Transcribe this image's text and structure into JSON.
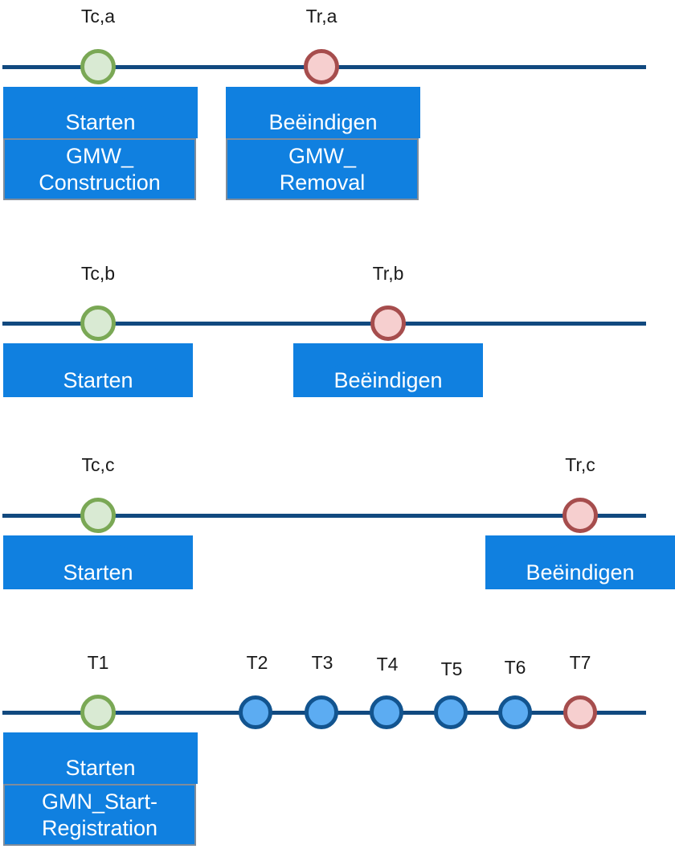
{
  "diagram": {
    "title_text": "",
    "colors": {
      "timeline": "#11497f",
      "pennant": "#1080e0",
      "start_marker_fill": "#d9ead3",
      "start_marker_border": "#7aa855",
      "end_marker_fill": "#f6cfcf",
      "end_marker_border": "#a64d4d",
      "step_marker_fill": "#5cacf2",
      "step_marker_border": "#12548f",
      "box_border": "#7f8c9b",
      "label_text": "#1a1a1a",
      "pennant_text": "#ffffff"
    },
    "labels": {
      "starten": "Starten",
      "beeindigen": "Beëindigen"
    },
    "rows": [
      {
        "row_id": "row-a",
        "markers": [
          {
            "id": "tc-a",
            "label": "Tc,a",
            "kind": "start",
            "pennant_label": "Starten",
            "box_lines": [
              "GMW_",
              "Construction"
            ]
          },
          {
            "id": "tr-a",
            "label": "Tr,a",
            "kind": "end",
            "pennant_label": "Beëindigen",
            "box_lines": [
              "GMW_",
              "Removal"
            ]
          }
        ]
      },
      {
        "row_id": "row-b",
        "markers": [
          {
            "id": "tc-b",
            "label": "Tc,b",
            "kind": "start",
            "pennant_label": "Starten",
            "box_lines": []
          },
          {
            "id": "tr-b",
            "label": "Tr,b",
            "kind": "end",
            "pennant_label": "Beëindigen",
            "box_lines": []
          }
        ]
      },
      {
        "row_id": "row-c",
        "markers": [
          {
            "id": "tc-c",
            "label": "Tc,c",
            "kind": "start",
            "pennant_label": "Starten",
            "box_lines": []
          },
          {
            "id": "tr-c",
            "label": "Tr,c",
            "kind": "end",
            "pennant_label": "Beëindigen",
            "box_lines": []
          }
        ]
      },
      {
        "row_id": "row-t",
        "markers": [
          {
            "id": "t1",
            "label": "T1",
            "kind": "start",
            "pennant_label": "Starten",
            "box_lines": [
              "GMN_Start-",
              "Registration"
            ]
          },
          {
            "id": "t2",
            "label": "T2",
            "kind": "step",
            "pennant_label": "",
            "box_lines": []
          },
          {
            "id": "t3",
            "label": "T3",
            "kind": "step",
            "pennant_label": "",
            "box_lines": []
          },
          {
            "id": "t4",
            "label": "T4",
            "kind": "step",
            "pennant_label": "",
            "box_lines": []
          },
          {
            "id": "t5",
            "label": "T5",
            "kind": "step",
            "pennant_label": "",
            "box_lines": []
          },
          {
            "id": "t6",
            "label": "T6",
            "kind": "step",
            "pennant_label": "",
            "box_lines": []
          },
          {
            "id": "t7",
            "label": "T7",
            "kind": "end",
            "pennant_label": "",
            "box_lines": []
          }
        ]
      }
    ]
  }
}
